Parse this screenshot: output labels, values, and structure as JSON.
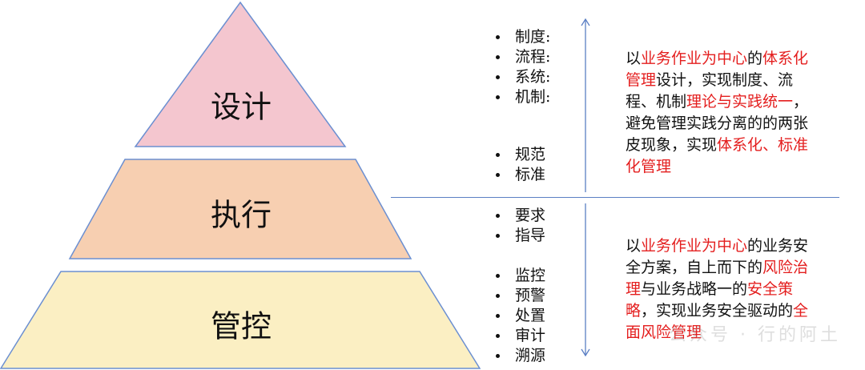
{
  "pyramid": {
    "tiers": [
      {
        "label": "设计",
        "color": "#f4c6cf"
      },
      {
        "label": "执行",
        "color": "#f7cfb1"
      },
      {
        "label": "管控",
        "color": "#fbefc3"
      }
    ],
    "outline_color": "#6b8fd1"
  },
  "bullets_top": [
    "制度:",
    "流程:",
    "系统:",
    "机制:"
  ],
  "bullets_mid": [
    "规范",
    "标准"
  ],
  "bullets_low1": [
    "要求",
    "指导"
  ],
  "bullets_low2": [
    "监控",
    "预警",
    "处置",
    "审计",
    "溯源"
  ],
  "para_top": [
    {
      "t": "以",
      "hl": false
    },
    {
      "t": "业务作业为中心",
      "hl": true
    },
    {
      "t": "的",
      "hl": false
    },
    {
      "t": "体系化管理",
      "hl": true
    },
    {
      "t": "设计，实现制度、流程、机制",
      "hl": false
    },
    {
      "t": "理论与实践统一",
      "hl": true
    },
    {
      "t": "，避免管理实践分离的的两张皮现象，实现",
      "hl": false
    },
    {
      "t": "体系化、标准化管理",
      "hl": true
    }
  ],
  "para_bottom": [
    {
      "t": "以",
      "hl": false
    },
    {
      "t": "业务作业为中心",
      "hl": true
    },
    {
      "t": "的业务安全方案，自上而下的",
      "hl": false
    },
    {
      "t": "风险治理",
      "hl": true
    },
    {
      "t": "与业务战略一的",
      "hl": false
    },
    {
      "t": "安全策略",
      "hl": true
    },
    {
      "t": "，实现业务安全驱动的",
      "hl": false
    },
    {
      "t": "全面风险管理",
      "hl": true
    }
  ],
  "colors": {
    "highlight": "#e41e1e",
    "line": "#5b7fc4"
  },
  "watermark": "公众号 · 行的阿土"
}
